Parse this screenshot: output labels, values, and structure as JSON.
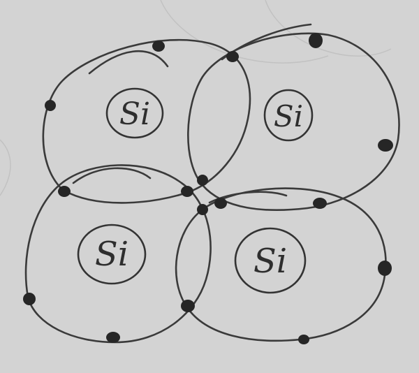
{
  "diagram": {
    "atoms": [
      {
        "id": "atom-top-left",
        "label": "Si"
      },
      {
        "id": "atom-top-right",
        "label": "Si"
      },
      {
        "id": "atom-bottom-left",
        "label": "Si"
      },
      {
        "id": "atom-bottom-right",
        "label": "Si"
      }
    ],
    "electron_count": 16
  }
}
